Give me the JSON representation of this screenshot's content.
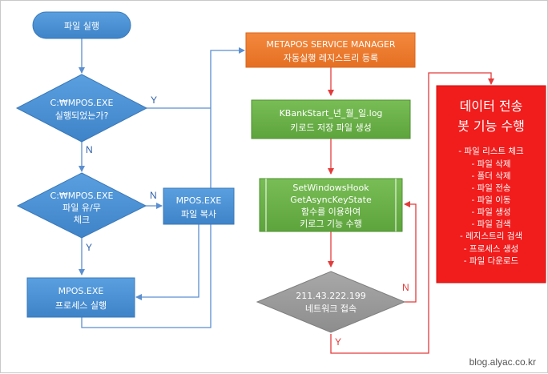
{
  "colors": {
    "blue": "#4a8fd3",
    "blue_stroke": "#3a78b8",
    "orange": "#ee7b30",
    "green": "#6db34a",
    "gray": "#9b9b9b",
    "red": "#f11c1c",
    "line_blue": "#5b8fd0",
    "line_red": "#e33b3b"
  },
  "nodes": {
    "start": {
      "lines": [
        "파일 실행"
      ]
    },
    "check_run": {
      "lines": [
        "C:₩MPOS.EXE",
        "실행되었는가?"
      ]
    },
    "check_file": {
      "lines": [
        "C:₩MPOS.EXE",
        "파일 유/무",
        "체크"
      ]
    },
    "copy_file": {
      "lines": [
        "MPOS.EXE",
        "파일 복사"
      ]
    },
    "run_process": {
      "lines": [
        "MPOS.EXE",
        "프로세스 실행"
      ]
    },
    "service_manager": {
      "lines": [
        "METAPOS SERVICE MANAGER",
        "자동실행 레지스트리 등록"
      ]
    },
    "kbank_log": {
      "lines": [
        "KBankStart_년_월_일.log",
        "키로드 저장 파일 생성"
      ]
    },
    "keylogger": {
      "lines": [
        "SetWindowsHook",
        "GetAsyncKeyState",
        "함수를 이용하여",
        "키로그 기능 수행"
      ]
    },
    "network": {
      "lines": [
        "211.43.222.199",
        "네트워크 접속"
      ]
    },
    "bot": {
      "title": [
        "데이터 전송",
        "봇 기능 수행"
      ],
      "items": [
        "- 파일 리스트 체크",
        "- 파일 삭제",
        "- 폴더 삭제",
        "- 파일 전송",
        "- 파일 이동",
        "- 파일 생성",
        "- 파일 검색",
        "- 레지스트리 검색",
        "- 프로세스 생성",
        "- 파일 다운로드"
      ]
    }
  },
  "edge_labels": {
    "run_yes": "Y",
    "run_no": "N",
    "file_no": "N",
    "file_yes": "Y",
    "net_no": "N",
    "net_yes": "Y"
  },
  "watermark": "blog.alyac.co.kr"
}
